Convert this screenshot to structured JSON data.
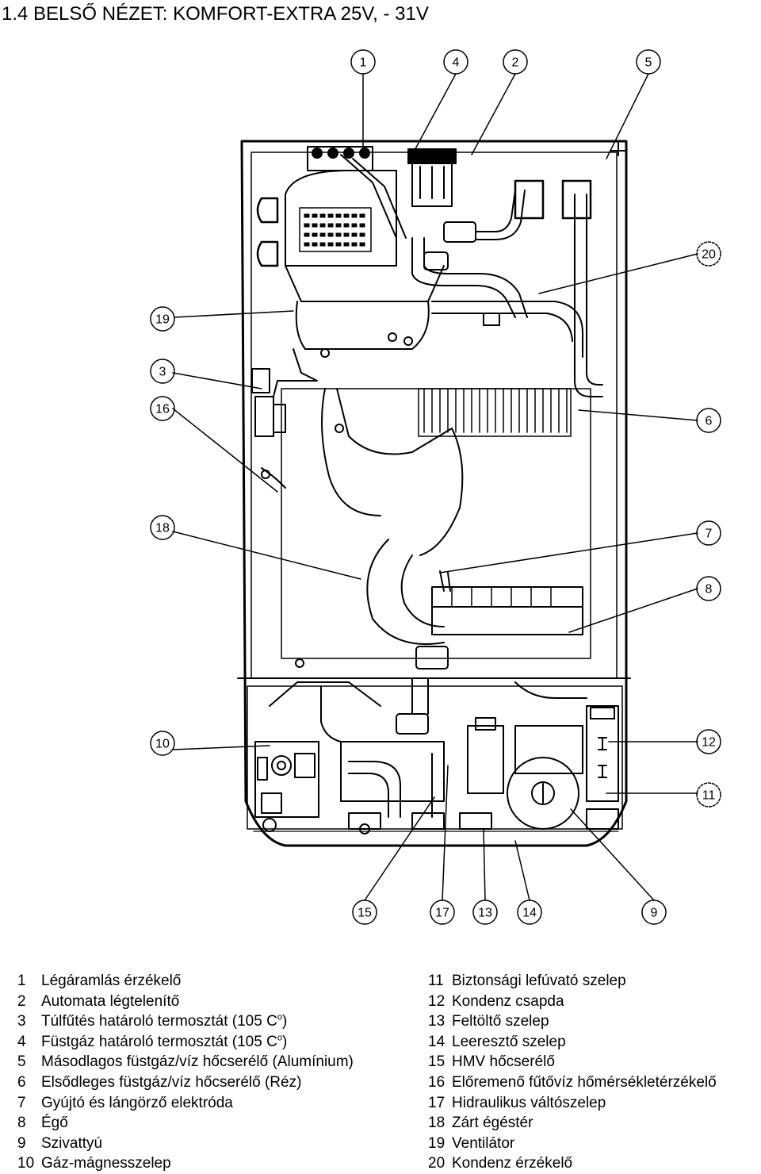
{
  "title": "1.4 BELSŐ NÉZET: KOMFORT-EXTRA 25V, - 31V",
  "callouts": {
    "c1": "1",
    "c2": "2",
    "c3": "3",
    "c4": "4",
    "c5": "5",
    "c6": "6",
    "c7": "7",
    "c8": "8",
    "c9": "9",
    "c10": "10",
    "c11": "11",
    "c12": "12",
    "c13": "13",
    "c14": "14",
    "c15": "15",
    "c16": "16",
    "c17": "17",
    "c18": "18",
    "c19": "19",
    "c20": "20"
  },
  "legend_left": [
    {
      "num": "1",
      "text": "Légáramlás érzékelő"
    },
    {
      "num": "2",
      "text": "Automata légtelenítő"
    },
    {
      "num": "3",
      "text": "Túlfűtés határoló termosztát (105 C",
      "sup": "o",
      "after": ")"
    },
    {
      "num": "4",
      "text": "Füstgáz határoló termosztát (105 C",
      "sup": "o",
      "after": ")"
    },
    {
      "num": "5",
      "text": "Másodlagos füstgáz/víz hőcserélő (Alumínium)"
    },
    {
      "num": "6",
      "text": "Elsődleges füstgáz/víz hőcserélő (Réz)"
    },
    {
      "num": "7",
      "text": "Gyújtó és lángörző elektróda"
    },
    {
      "num": "8",
      "text": "Égő"
    },
    {
      "num": "9",
      "text": "Szivattyú"
    },
    {
      "num": "10",
      "text": "Gáz-mágnesszelep"
    }
  ],
  "legend_right": [
    {
      "num": "11",
      "text": "Biztonsági lefúvató szelep"
    },
    {
      "num": "12",
      "text": "Kondenz csapda"
    },
    {
      "num": "13",
      "text": "Feltöltő szelep"
    },
    {
      "num": "14",
      "text": "Leeresztő szelep"
    },
    {
      "num": "15",
      "text": "HMV hőcserélő"
    },
    {
      "num": "16",
      "text": "Előremenő fűtővíz hőmérsékletérzékelő"
    },
    {
      "num": "17",
      "text": "Hidraulikus váltószelep"
    },
    {
      "num": "18",
      "text": "Zárt égéstér"
    },
    {
      "num": "19",
      "text": "Ventilátor"
    },
    {
      "num": "20",
      "text": "Kondenz érzékelő"
    }
  ]
}
